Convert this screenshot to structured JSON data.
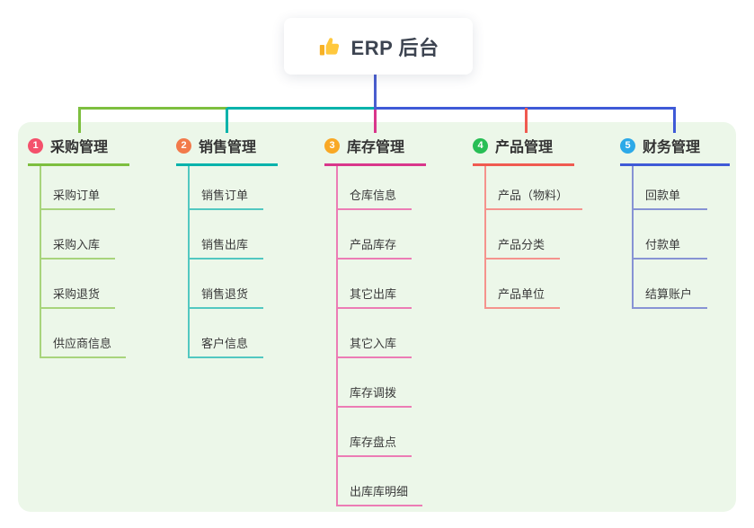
{
  "root": {
    "label": "ERP 后台",
    "icon": "thumbs-up-icon",
    "connector_color": "#4A5ECF"
  },
  "canvas": {
    "page_bg": "#FFFFFF",
    "panel_bg": "#ECF7E9"
  },
  "branches": [
    {
      "number": "1",
      "title": "采购管理",
      "badge_color": "#F4516C",
      "accent_color": "#7DBF3F",
      "light_color": "#A8D47C",
      "children": [
        "采购订单",
        "采购入库",
        "采购退货",
        "供应商信息"
      ]
    },
    {
      "number": "2",
      "title": "销售管理",
      "badge_color": "#F27A4B",
      "accent_color": "#00B3AB",
      "light_color": "#52C8C1",
      "children": [
        "销售订单",
        "销售出库",
        "销售退货",
        "客户信息"
      ]
    },
    {
      "number": "3",
      "title": "库存管理",
      "badge_color": "#F9A825",
      "accent_color": "#D9368B",
      "light_color": "#EC7CB5",
      "children": [
        "仓库信息",
        "产品库存",
        "其它出库",
        "其它入库",
        "库存调拨",
        "库存盘点",
        "出库库明细"
      ]
    },
    {
      "number": "4",
      "title": "产品管理",
      "badge_color": "#28BE55",
      "accent_color": "#F05A50",
      "light_color": "#F5938D",
      "children": [
        "产品（物料）",
        "产品分类",
        "产品单位"
      ]
    },
    {
      "number": "5",
      "title": "财务管理",
      "badge_color": "#2CA9E8",
      "accent_color": "#3F5AD7",
      "light_color": "#8793D4",
      "children": [
        "回款单",
        "付款单",
        "结算账户"
      ]
    }
  ]
}
